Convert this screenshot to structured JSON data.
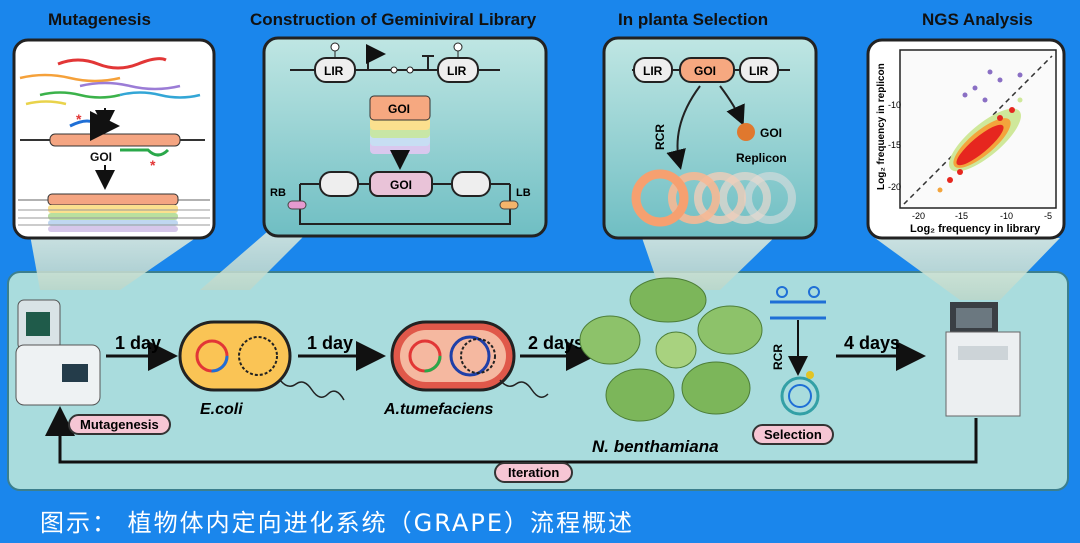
{
  "panels": {
    "mutagenesis": {
      "title": "Mutagenesis",
      "goi": "GOI"
    },
    "construction": {
      "title": "Construction of Geminiviral Library",
      "lir": "LIR",
      "goi": "GOI",
      "rb": "RB",
      "lb": "LB"
    },
    "selection": {
      "title": "In planta Selection",
      "lir": "LIR",
      "goi": "GOI",
      "rcr": "RCR",
      "replicon": "Replicon"
    },
    "ngs": {
      "title": "NGS Analysis",
      "ylabel": "Log₂ frequency in replicon",
      "xlabel": "Log₂ frequency in library",
      "yticks": [
        "-10",
        "-15",
        "-20"
      ],
      "xticks": [
        "-20",
        "-15",
        "-10",
        "-5"
      ]
    }
  },
  "workflow": {
    "steps": [
      "1 day",
      "1 day",
      "2 days",
      "4 days"
    ],
    "ecoli": "E.coli",
    "agro": "A.tumefaciens",
    "plant": "N. benthamiana",
    "mutagenesis_badge": "Mutagenesis",
    "selection_badge": "Selection",
    "iteration_badge": "Iteration",
    "rcr": "RCR"
  },
  "caption": "图示：  植物体内定向进化系统（GRAPE）流程概述",
  "colors": {
    "background": "#1a86ec",
    "panel": "#a9dcdd",
    "badge": "#f6c6d4"
  }
}
